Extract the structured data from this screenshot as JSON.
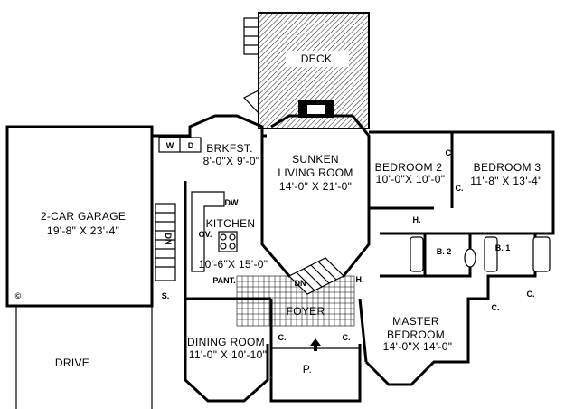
{
  "rooms": {
    "deck": {
      "name": "DECK"
    },
    "sunken_living": {
      "name_line1": "SUNKEN",
      "name_line2": "LIVING ROOM",
      "size": "14'-0\" X 21'-0\""
    },
    "brkfst": {
      "name": "BRKFST.",
      "size": "8'-0\"X 9'-0\""
    },
    "kitchen": {
      "name": "KITCHEN",
      "size": "10'-6\"X 15'-0\""
    },
    "garage": {
      "name": "2-CAR GARAGE",
      "size": "19'-8\" X 23'-4\""
    },
    "bedroom2": {
      "name": "BEDROOM 2",
      "size": "10'-0\"X 10'-0\""
    },
    "bedroom3": {
      "name": "BEDROOM 3",
      "size": "11'-8\" X 13'-4\""
    },
    "master": {
      "name_line1": "MASTER",
      "name_line2": "BEDROOM",
      "size": "14'-0\"X 14'-0\""
    },
    "dining": {
      "name": "DINING ROOM",
      "size": "11'-0\" X 10'-10\""
    },
    "foyer": {
      "name": "FOYER"
    },
    "porch": {
      "name": "P."
    },
    "drive": {
      "name": "DRIVE"
    }
  },
  "small_labels": {
    "washer": "W",
    "dryer": "D",
    "dishwasher": "DW",
    "oven": "OV.",
    "pantry": "PANT.",
    "stair_down_garage": "DN",
    "stair_down_foyer": "DN",
    "storage": "S.",
    "hall_left": "H.",
    "hall_right": "H.",
    "bath1": "B. 1",
    "bath2": "B. 2",
    "closet": "C.",
    "garage_symbol": "©"
  }
}
